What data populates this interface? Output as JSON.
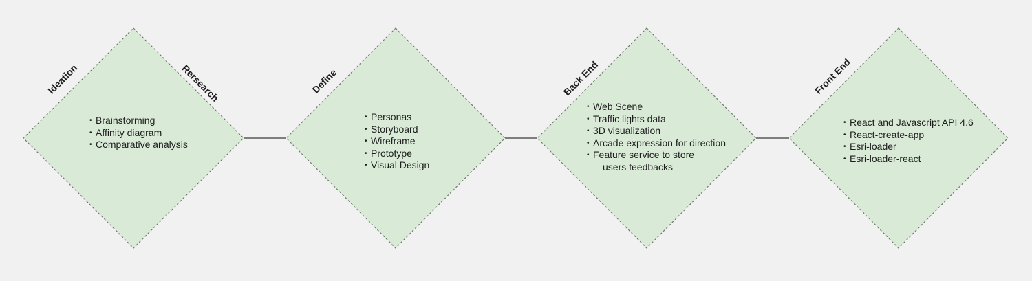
{
  "stages": [
    {
      "labels": [
        "Ideation",
        "Rersearch"
      ],
      "items": [
        "Brainstorming",
        "Affinity diagram",
        "Comparative analysis"
      ]
    },
    {
      "labels": [
        "Define"
      ],
      "items": [
        "Personas",
        "Storyboard",
        "Wireframe",
        "Prototype",
        "Visual Design"
      ]
    },
    {
      "labels": [
        "Back End"
      ],
      "items": [
        "Web Scene",
        "Traffic lights data",
        "3D visualization",
        "Arcade expression for direction",
        "Feature service to store",
        "users feedbacks"
      ]
    },
    {
      "labels": [
        "Front End"
      ],
      "items": [
        "React and Javascript API 4.6",
        "React-create-app",
        "Esri-loader",
        "Esri-loader-react"
      ]
    }
  ],
  "colors": {
    "background": "#f1f1f1",
    "diamond_fill": "#d9ead7",
    "diamond_border": "#6f7a6f",
    "connector": "#3a3a3a",
    "text": "#1e1e1e"
  }
}
